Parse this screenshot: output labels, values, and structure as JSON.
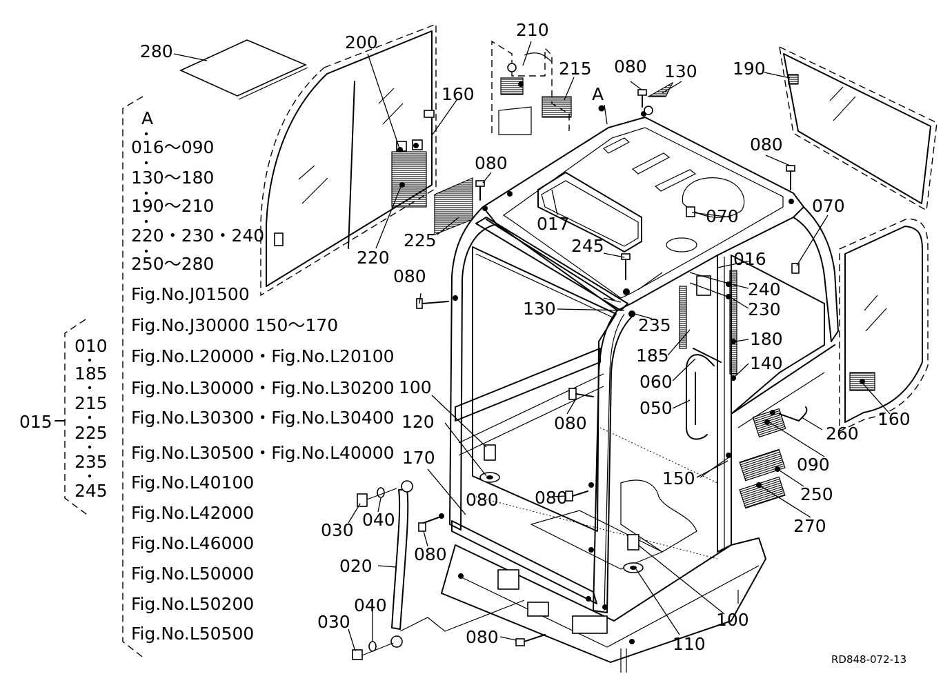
{
  "legend": {
    "lines": [
      "A",
      "016～090",
      "130～180",
      "190～210",
      "220・230・240",
      "250～280",
      "Fig.No.J01500",
      "Fig.No.J30000  150～170",
      "Fig.No.L20000・Fig.No.L20100",
      "Fig.No.L30000・Fig.No.L30200",
      "Fig.No.L30300・Fig.No.L30400",
      "Fig.No.L30500・Fig.No.L40000",
      "Fig.No.L40100",
      "Fig.No.L42000",
      "Fig.No.L46000",
      "Fig.No.L50000",
      "Fig.No.L50200",
      "Fig.No.L50500"
    ]
  },
  "group015": {
    "label": "015",
    "items": [
      "010",
      "185",
      "215",
      "225",
      "235",
      "245"
    ]
  },
  "callouts": [
    "280",
    "200",
    "160",
    "210",
    "215",
    "080",
    "130",
    "190",
    "A",
    "080",
    "080",
    "070",
    "070",
    "017",
    "225",
    "220",
    "080",
    "245",
    "016",
    "240",
    "230",
    "080",
    "130",
    "235",
    "180",
    "185",
    "140",
    "060",
    "050",
    "100",
    "120",
    "080",
    "260",
    "160",
    "170",
    "090",
    "150",
    "080",
    "250",
    "030",
    "040",
    "270",
    "080",
    "020",
    "100",
    "040",
    "030",
    "110",
    "080"
  ],
  "reference_code": "RD848-072-13"
}
